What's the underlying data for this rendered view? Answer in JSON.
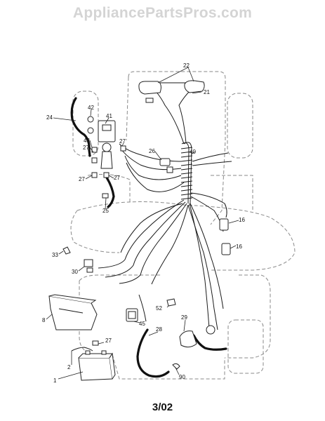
{
  "watermark": "AppliancePartsPros.com",
  "page_code": "3/02",
  "callouts": {
    "c22": "22",
    "c21": "21",
    "c24": "24",
    "c42": "42",
    "c41": "41",
    "c43": "43",
    "c27a": "27",
    "c27b": "27",
    "c27c": "27",
    "c27d": "27",
    "c27e": "27",
    "c26": "26",
    "c40": "40",
    "c25": "25",
    "c16a": "16",
    "c16b": "16",
    "c33": "33",
    "c30": "30",
    "c8": "8",
    "c52": "52",
    "c45": "45",
    "c28": "28",
    "c29": "29",
    "c2": "2",
    "c1": "1",
    "c90": "90"
  }
}
